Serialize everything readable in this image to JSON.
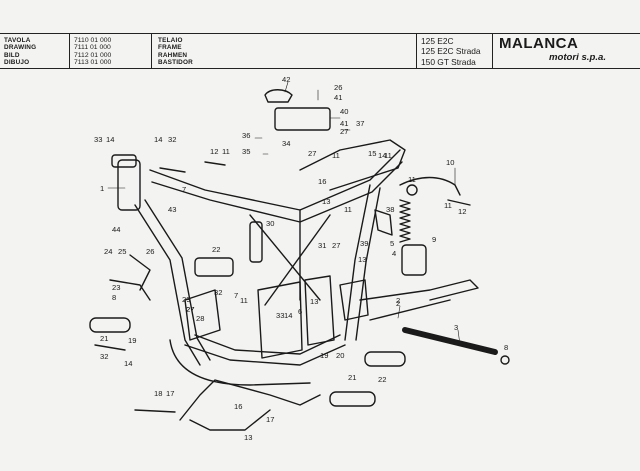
{
  "header": {
    "labels": [
      "TAVOLA",
      "DRAWING",
      "BILD",
      "DIBUJO"
    ],
    "numbers": [
      "7110 01 000",
      "7111 01 000",
      "7112 01 000",
      "7113 01 000"
    ],
    "titles": [
      "TELAIO",
      "FRAME",
      "RAHMEN",
      "BASTIDOR"
    ],
    "models": [
      "125 E2C",
      "125 E2C Strada",
      "150 GT Strada"
    ],
    "brand": "MALANCA",
    "brand_sub": "motori s.p.a."
  },
  "callouts": [
    "42",
    "26",
    "41",
    "40",
    "41",
    "27",
    "37",
    "36",
    "35",
    "33",
    "14",
    "14",
    "32",
    "12",
    "11",
    "34",
    "27",
    "11",
    "15",
    "11",
    "14",
    "10",
    "2",
    "1",
    "7",
    "11",
    "11",
    "12",
    "16",
    "13",
    "11",
    "39",
    "38",
    "9",
    "5",
    "4",
    "31",
    "27",
    "30",
    "44",
    "43",
    "24",
    "25",
    "26",
    "22",
    "28",
    "27",
    "23",
    "8",
    "11",
    "13",
    "2",
    "29",
    "27",
    "32",
    "7",
    "33",
    "14",
    "6",
    "13",
    "3",
    "21",
    "19",
    "32",
    "14",
    "19",
    "20",
    "22",
    "18",
    "17",
    "16",
    "21",
    "17",
    "13",
    "8"
  ],
  "colors": {
    "ink": "#1a1a1a",
    "paper": "#f3f3f1"
  }
}
